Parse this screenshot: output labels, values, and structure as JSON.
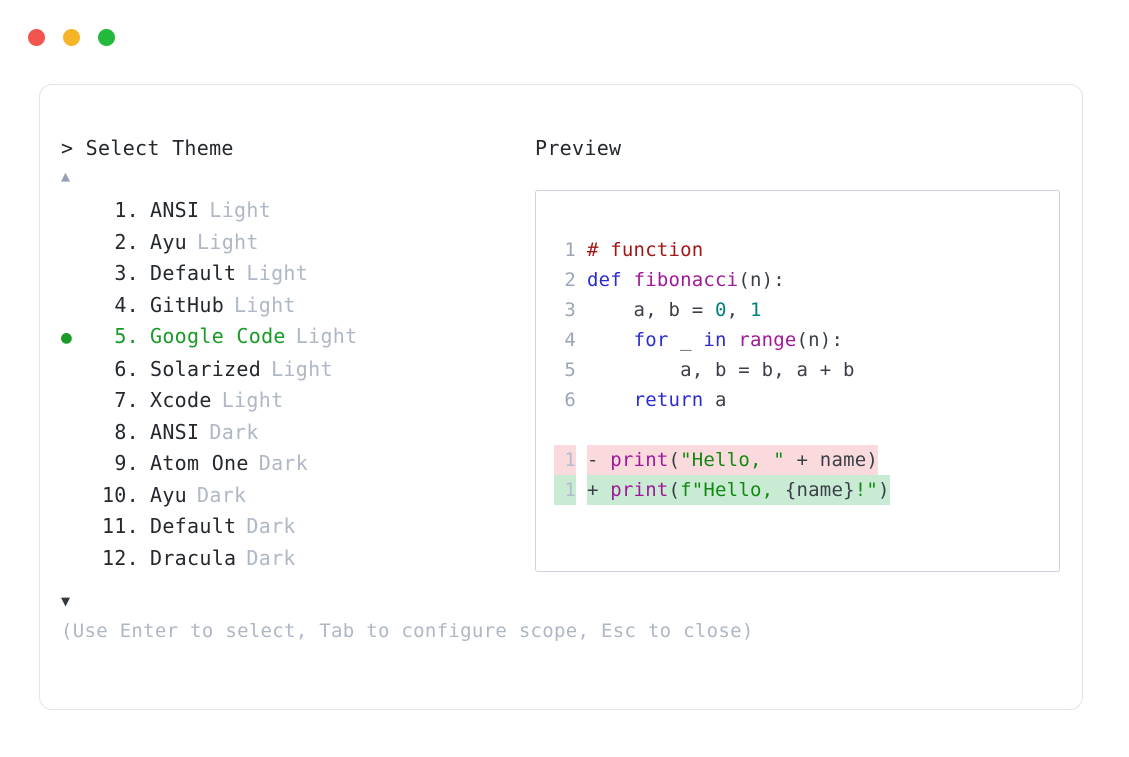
{
  "window": {
    "dots": [
      {
        "name": "close",
        "color": "#f2554d"
      },
      {
        "name": "minimize",
        "color": "#f5b527"
      },
      {
        "name": "maximize",
        "color": "#22b93c"
      }
    ]
  },
  "picker": {
    "prompt": "> Select Theme",
    "scroll_up_glyph": "▲",
    "scroll_down_glyph": "▼",
    "selected_index": 5,
    "selected_marker": "●",
    "accent_color": "#1a9a27",
    "items": [
      {
        "index": "1.",
        "name": "ANSI",
        "variant": "Light",
        "selected": false,
        "marker": ""
      },
      {
        "index": "2.",
        "name": "Ayu",
        "variant": "Light",
        "selected": false,
        "marker": ""
      },
      {
        "index": "3.",
        "name": "Default",
        "variant": "Light",
        "selected": false,
        "marker": ""
      },
      {
        "index": "4.",
        "name": "GitHub",
        "variant": "Light",
        "selected": false,
        "marker": ""
      },
      {
        "index": "5.",
        "name": "Google Code",
        "variant": "Light",
        "selected": true,
        "marker": "●"
      },
      {
        "index": "6.",
        "name": "Solarized",
        "variant": "Light",
        "selected": false,
        "marker": ""
      },
      {
        "index": "7.",
        "name": "Xcode",
        "variant": "Light",
        "selected": false,
        "marker": ""
      },
      {
        "index": "8.",
        "name": "ANSI",
        "variant": "Dark",
        "selected": false,
        "marker": ""
      },
      {
        "index": "9.",
        "name": "Atom One",
        "variant": "Dark",
        "selected": false,
        "marker": ""
      },
      {
        "index": "10.",
        "name": "Ayu",
        "variant": "Dark",
        "selected": false,
        "marker": ""
      },
      {
        "index": "11.",
        "name": "Default",
        "variant": "Dark",
        "selected": false,
        "marker": ""
      },
      {
        "index": "12.",
        "name": "Dracula",
        "variant": "Dark",
        "selected": false,
        "marker": ""
      }
    ],
    "hint": "(Use Enter to select, Tab to configure scope, Esc to close)"
  },
  "preview": {
    "title": "Preview",
    "code_lines": [
      {
        "ln": "1",
        "tokens": [
          {
            "t": "# function",
            "c": "comment"
          }
        ]
      },
      {
        "ln": "2",
        "tokens": [
          {
            "t": "def ",
            "c": "keyword"
          },
          {
            "t": "fibonacci",
            "c": "func"
          },
          {
            "t": "(n):",
            "c": "plain"
          }
        ]
      },
      {
        "ln": "3",
        "tokens": [
          {
            "t": "    a, b = ",
            "c": "plain"
          },
          {
            "t": "0",
            "c": "number"
          },
          {
            "t": ", ",
            "c": "plain"
          },
          {
            "t": "1",
            "c": "number"
          }
        ]
      },
      {
        "ln": "4",
        "tokens": [
          {
            "t": "    ",
            "c": "plain"
          },
          {
            "t": "for",
            "c": "keyword"
          },
          {
            "t": " _ ",
            "c": "plain"
          },
          {
            "t": "in",
            "c": "keyword"
          },
          {
            "t": " ",
            "c": "plain"
          },
          {
            "t": "range",
            "c": "func"
          },
          {
            "t": "(n):",
            "c": "plain"
          }
        ]
      },
      {
        "ln": "5",
        "tokens": [
          {
            "t": "        a, b = b, a + b",
            "c": "plain"
          }
        ]
      },
      {
        "ln": "6",
        "tokens": [
          {
            "t": "    ",
            "c": "plain"
          },
          {
            "t": "return",
            "c": "keyword"
          },
          {
            "t": " a",
            "c": "plain"
          }
        ]
      }
    ],
    "diff_lines": [
      {
        "ln": "1",
        "sign": "-",
        "kind": "del",
        "tokens": [
          {
            "t": "print",
            "c": "func"
          },
          {
            "t": "(",
            "c": "plain"
          },
          {
            "t": "\"Hello, \"",
            "c": "string"
          },
          {
            "t": " + name)",
            "c": "plain"
          }
        ]
      },
      {
        "ln": "1",
        "sign": "+",
        "kind": "add",
        "tokens": [
          {
            "t": "print",
            "c": "func"
          },
          {
            "t": "(",
            "c": "plain"
          },
          {
            "t": "f\"Hello, ",
            "c": "string"
          },
          {
            "t": "{name}",
            "c": "plain"
          },
          {
            "t": "!\"",
            "c": "string"
          },
          {
            "t": ")",
            "c": "plain"
          }
        ]
      }
    ],
    "diff_colors": {
      "deleted_bg": "#fadadd",
      "added_bg": "#c9ebd4"
    },
    "syntax_colors": {
      "comment": "#a41515",
      "keyword": "#2b2bd0",
      "function": "#a0189a",
      "number": "#00807f",
      "string": "#108a10",
      "plain": "#3a3f47",
      "line_number": "#9aa6b8"
    }
  }
}
